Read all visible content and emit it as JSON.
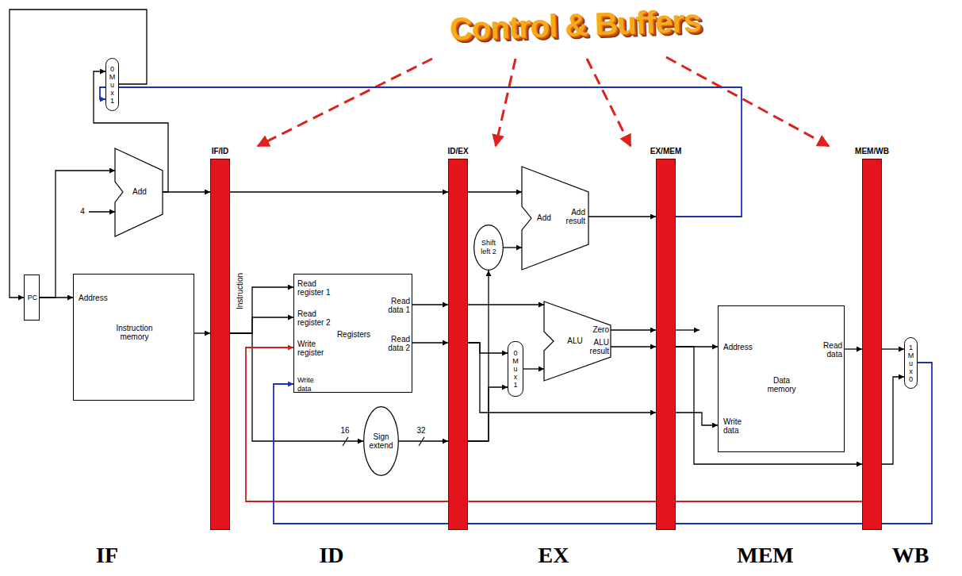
{
  "diagram": {
    "nodes": [
      {
        "text": [
          "PC"
        ]
      },
      {
        "text": [
          "Address",
          "Instruction memory"
        ]
      },
      {
        "text": [
          "Add"
        ]
      },
      {
        "text": [
          "0",
          "Mux",
          "1"
        ]
      },
      {
        "text": [
          "IF/ID"
        ]
      },
      {
        "text": [
          "Read register 1",
          "Read register 2",
          "Write register",
          "Write data",
          "Registers",
          "Read data 1",
          "Read data 2"
        ]
      },
      {
        "text": [
          "Sign extend"
        ]
      },
      {
        "text": [
          "ID/EX"
        ]
      },
      {
        "text": [
          "Shift left 2"
        ]
      },
      {
        "text": [
          "Add",
          "Add result"
        ]
      },
      {
        "text": [
          "0",
          "Mux",
          "1"
        ]
      },
      {
        "text": [
          "ALU",
          "Zero",
          "ALU result"
        ]
      },
      {
        "text": [
          "EX/MEM"
        ]
      },
      {
        "text": [
          "Address",
          "Write data",
          "Read data",
          "Data memory"
        ]
      },
      {
        "text": [
          "MEM/WB"
        ]
      },
      {
        "text": [
          "1",
          "Mux",
          "0"
        ]
      }
    ],
    "edges": [
      {
        "from": 0,
        "to": 1,
        "arrow": "to"
      },
      {
        "from": 0,
        "to": 2,
        "arrow": "to"
      },
      {
        "from": 2,
        "to": 3,
        "arrow": "to"
      },
      {
        "from": 3,
        "to": 0,
        "arrow": "to"
      },
      {
        "from": 2,
        "to": 4,
        "arrow": "to"
      },
      {
        "from": 1,
        "to": 4,
        "arrow": "to"
      },
      {
        "from": 4,
        "to": 5,
        "arrow": "to"
      },
      {
        "from": 4,
        "to": 5,
        "arrow": "to"
      },
      {
        "from": 4,
        "to": 6,
        "arrow": "to"
      },
      {
        "from": 14,
        "to": 5,
        "arrow": "to"
      },
      {
        "from": 15,
        "to": 5,
        "arrow": "to"
      },
      {
        "from": 4,
        "to": 7,
        "arrow": "to"
      },
      {
        "from": 5,
        "to": 7,
        "arrow": "to"
      },
      {
        "from": 5,
        "to": 7,
        "arrow": "to"
      },
      {
        "from": 6,
        "to": 7,
        "arrow": "to"
      },
      {
        "from": 7,
        "to": 9,
        "arrow": "to"
      },
      {
        "from": 7,
        "to": 8,
        "arrow": "to"
      },
      {
        "from": 8,
        "to": 9,
        "arrow": "to"
      },
      {
        "from": 7,
        "to": 11,
        "arrow": "to"
      },
      {
        "from": 7,
        "to": 10,
        "arrow": "to"
      },
      {
        "from": 7,
        "to": 10,
        "arrow": "to"
      },
      {
        "from": 10,
        "to": 11,
        "arrow": "to"
      },
      {
        "from": 7,
        "to": 12,
        "arrow": "to"
      },
      {
        "from": 9,
        "to": 12,
        "arrow": "to"
      },
      {
        "from": 11,
        "to": 12,
        "arrow": "to"
      },
      {
        "from": 11,
        "to": 12,
        "arrow": "to"
      },
      {
        "from": 12,
        "to": 3,
        "arrow": "to"
      },
      {
        "from": 12,
        "to": 13,
        "arrow": "to"
      },
      {
        "from": 12,
        "to": 13,
        "arrow": "to"
      },
      {
        "from": 12,
        "to": 14,
        "arrow": "to"
      },
      {
        "from": 13,
        "to": 14,
        "arrow": "to"
      },
      {
        "from": 14,
        "to": 15,
        "arrow": "to"
      },
      {
        "from": 14,
        "to": 15,
        "arrow": "to"
      }
    ],
    "labels": [
      "Control & Buffers",
      "4",
      "Instruction",
      "16",
      "32",
      "IF",
      "ID",
      "EX",
      "MEM",
      "WB"
    ]
  }
}
